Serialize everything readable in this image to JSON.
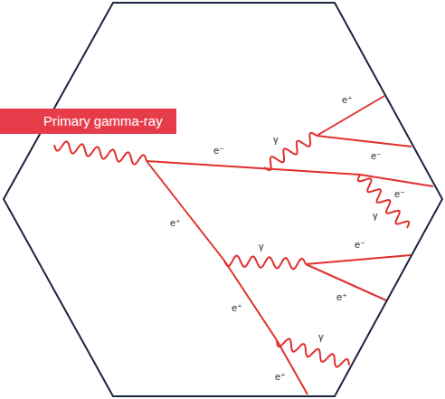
{
  "diagram": {
    "nodes": [
      {
        "text": [
          "Primary gamma-ray"
        ]
      }
    ],
    "labels": [
      "γ",
      "e⁺",
      "e⁻",
      "e⁻",
      "e⁻",
      "γ",
      "e⁺",
      "γ",
      "e⁻",
      "e⁺",
      "e⁺",
      "γ",
      "e⁺"
    ]
  }
}
